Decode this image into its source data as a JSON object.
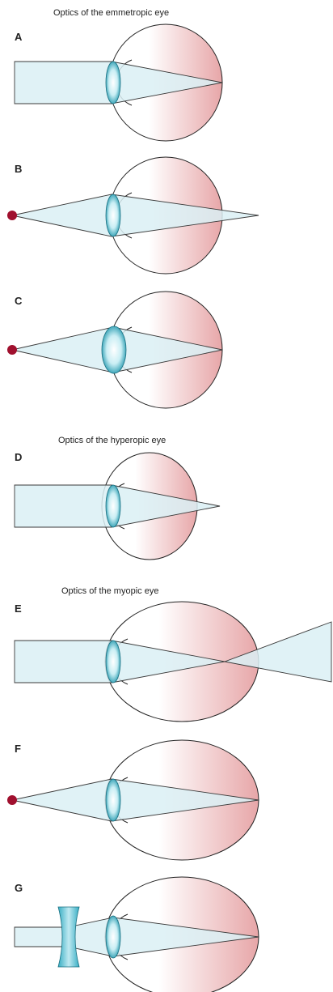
{
  "sections": [
    {
      "title": "Optics of the emmetropic eye"
    },
    {
      "title": "Optics of the hyperopic eye"
    },
    {
      "title": "Optics of the myopic eye"
    }
  ],
  "panels": [
    {
      "label": "A",
      "source": "parallel rays",
      "lens": "thin",
      "eye": "normal",
      "focus": "on retina"
    },
    {
      "label": "B",
      "source": "near object",
      "lens": "thin",
      "eye": "normal",
      "focus": "behind retina"
    },
    {
      "label": "C",
      "source": "near object",
      "lens": "accommodated",
      "eye": "normal",
      "focus": "on retina"
    },
    {
      "label": "D",
      "source": "parallel rays",
      "lens": "thin",
      "eye": "short",
      "focus": "behind retina"
    },
    {
      "label": "E",
      "source": "parallel rays",
      "lens": "thin",
      "eye": "long",
      "focus": "in front of retina"
    },
    {
      "label": "F",
      "source": "near object",
      "lens": "thin",
      "eye": "long",
      "focus": "on retina"
    },
    {
      "label": "G",
      "source": "parallel rays",
      "lens": "thin",
      "eye": "long",
      "corrective_lens": "concave",
      "focus": "on retina"
    }
  ],
  "colors": {
    "ray_fill": "#daf0f4",
    "ray_stroke": "#3a3a3a",
    "eye_inner": "#ffffff",
    "eye_outer": "#e7a6a8",
    "lens_edge": "#1f97ad",
    "lens_center": "#ffffff",
    "object_dot": "#a0102e",
    "concave_lens": "#37aec4"
  }
}
